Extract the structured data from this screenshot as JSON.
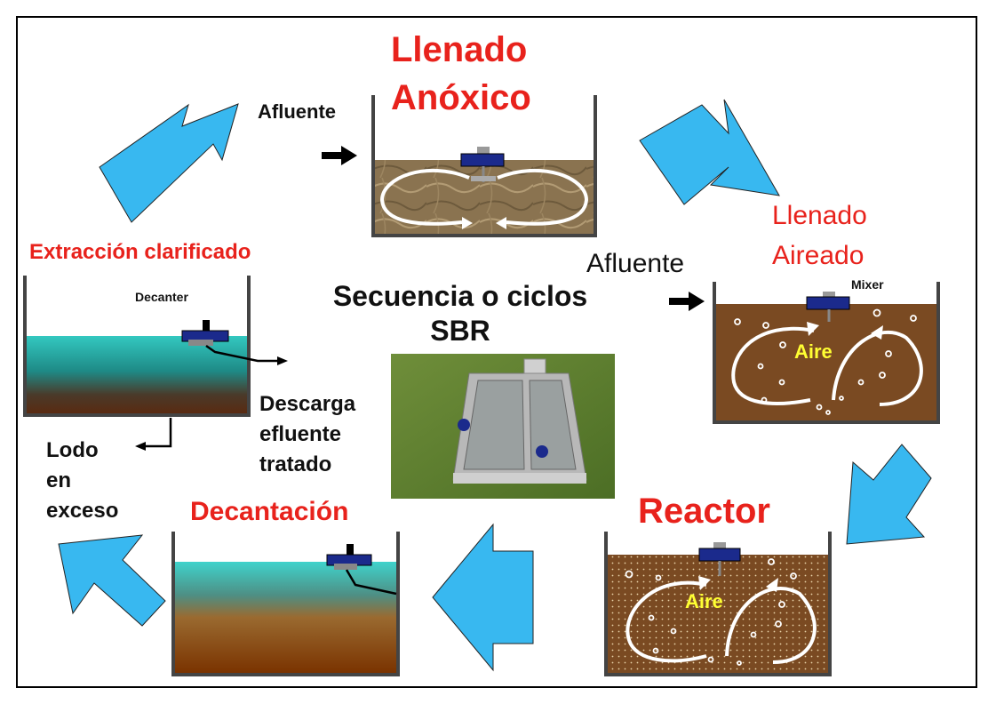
{
  "stages": {
    "anoxic_fill": {
      "title_line1": "Llenado",
      "title_line2": "Anóxico",
      "inlet": "Afluente"
    },
    "aerated_fill": {
      "title_line1": "Llenado",
      "title_line2": "Aireado",
      "inlet": "Afluente",
      "device": "Mixer",
      "air": "Aire"
    },
    "reactor": {
      "title": "Reactor",
      "air": "Aire"
    },
    "settling": {
      "title": "Decantación"
    },
    "draw": {
      "title": "Extracción clarificado",
      "device": "Decanter",
      "discharge_line1": "Descarga",
      "discharge_line2": "efluente",
      "discharge_line3": "tratado",
      "sludge_line1": "Lodo",
      "sludge_line2": "en",
      "sludge_line3": "exceso"
    }
  },
  "center": {
    "title_line1": "Secuencia o ciclos",
    "title_line2": "SBR"
  },
  "colors": {
    "title_red": "#e8221c",
    "cycle_arrow": "#38b8f0",
    "sludge": "#7a4a22",
    "water": "#37c9c4",
    "mixer": "#1b2a8c",
    "air_label": "#ffff33"
  }
}
